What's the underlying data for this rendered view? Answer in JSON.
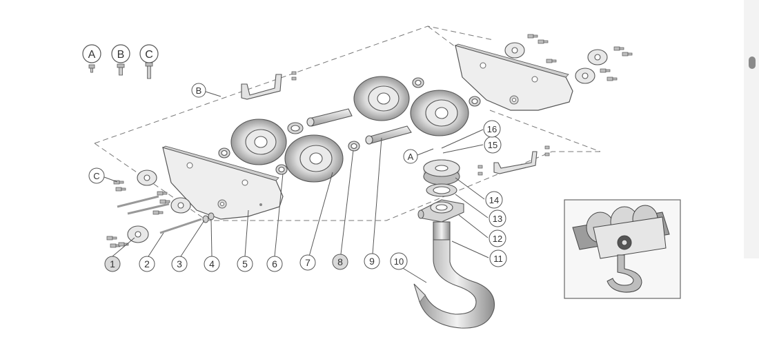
{
  "legend": {
    "screw_a": "A",
    "screw_b": "B",
    "screw_c": "C"
  },
  "callouts": {
    "c1": "1",
    "c2": "2",
    "c3": "3",
    "c4": "4",
    "c5": "5",
    "c6": "6",
    "c7": "7",
    "c8": "8",
    "c9": "9",
    "c10": "10",
    "c11": "11",
    "c12": "12",
    "c13": "13",
    "c14": "14",
    "c15": "15",
    "c16": "16",
    "ref_a": "A",
    "ref_b": "B",
    "ref_c": "C"
  },
  "colors": {
    "line": "#555555",
    "part_fill": "#e6e6e6",
    "callout_highlight": "#d9d9d9"
  }
}
